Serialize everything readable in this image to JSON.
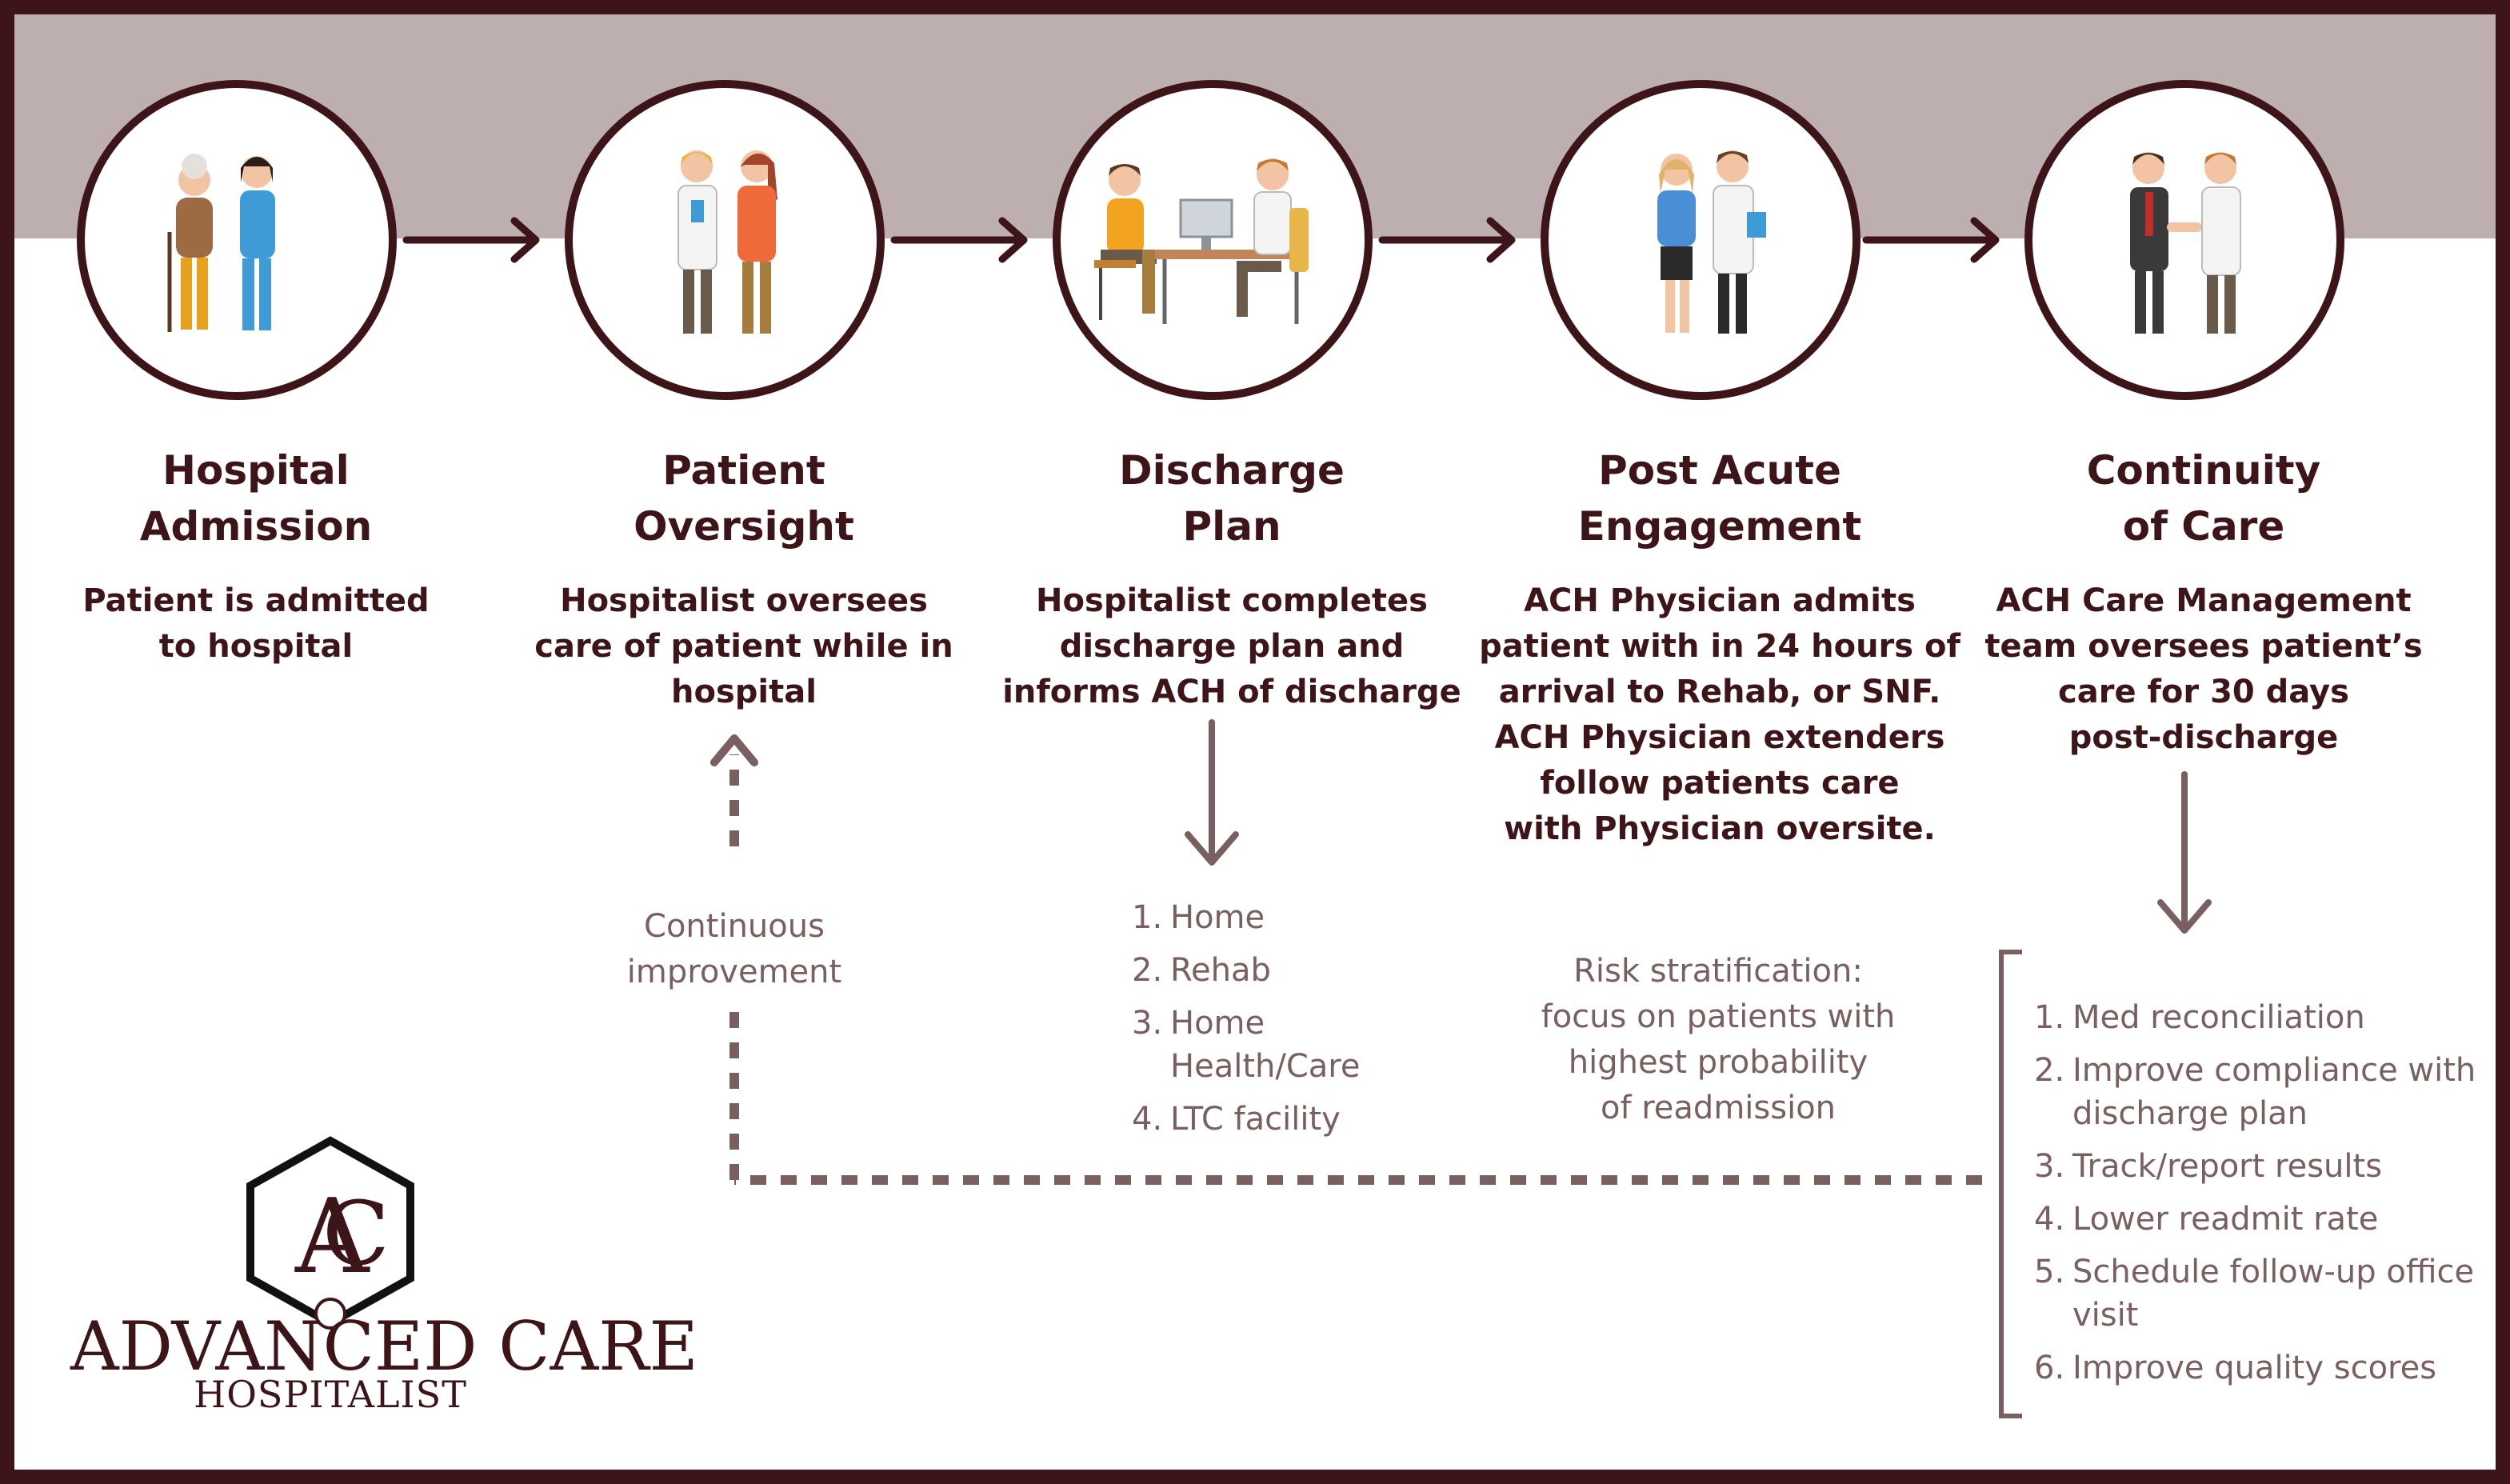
{
  "steps": [
    {
      "title_line1": "Hospital",
      "title_line2": "Admission",
      "desc": [
        "Patient is admitted",
        "to hospital"
      ],
      "icon": "patient-nurse-icon"
    },
    {
      "title_line1": "Patient",
      "title_line2": "Oversight",
      "desc": [
        "Hospitalist oversees",
        "care of patient while in",
        "hospital"
      ],
      "icon": "doctor-patient-icon"
    },
    {
      "title_line1": "Discharge",
      "title_line2": "Plan",
      "desc": [
        "Hospitalist completes",
        "discharge plan and",
        "informs ACH of discharge"
      ],
      "icon": "consultation-desk-icon"
    },
    {
      "title_line1": "Post Acute",
      "title_line2": "Engagement",
      "desc": [
        "ACH Physician admits",
        "patient with in 24 hours of",
        "arrival to Rehab, or SNF.",
        "ACH Physician extenders",
        "follow patients care",
        "with Physician oversite."
      ],
      "icon": "physician-patient-icon"
    },
    {
      "title_line1": "Continuity",
      "title_line2": "of Care",
      "desc": [
        "ACH Care Management",
        "team oversees patient’s",
        "care for 30 days",
        "post-discharge"
      ],
      "icon": "handshake-icon"
    }
  ],
  "continuous_improvement": [
    "Continuous",
    "improvement"
  ],
  "discharge_options": [
    {
      "num": "1.",
      "text": "Home"
    },
    {
      "num": "2.",
      "text": "Rehab"
    },
    {
      "num": "3.",
      "text": "Home Health/Care"
    },
    {
      "num": "4.",
      "text": "LTC facility"
    }
  ],
  "risk_note": [
    "Risk stratification:",
    "focus on patients with",
    "highest probability",
    "of readmission"
  ],
  "care_outcomes": [
    {
      "num": "1.",
      "text": "Med reconciliation"
    },
    {
      "num": "2.",
      "text": "Improve compliance with discharge plan"
    },
    {
      "num": "3.",
      "text": "Track/report results"
    },
    {
      "num": "4.",
      "text": "Lower readmit rate"
    },
    {
      "num": "5.",
      "text": "Schedule follow-up office visit"
    },
    {
      "num": "6.",
      "text": "Improve quality scores"
    }
  ],
  "logo": {
    "monogram_a": "A",
    "monogram_c": "C",
    "name": "ADVANCED CARE",
    "sub": "HOSPITALIST"
  },
  "colors": {
    "primary": "#3d1518",
    "band": "#bdafb0",
    "secondary": "#7a5f60"
  }
}
